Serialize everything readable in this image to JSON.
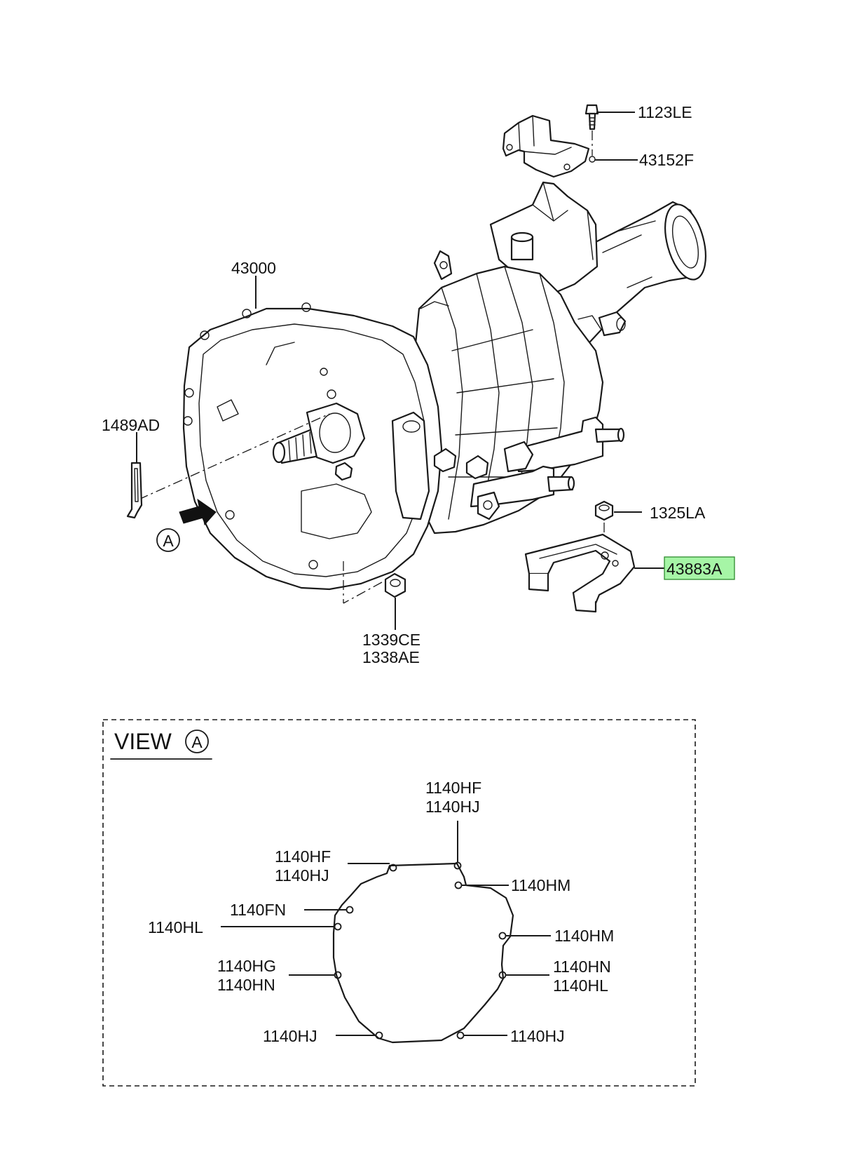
{
  "main_view": {
    "labels": {
      "bolt_top": "1123LE",
      "bracket": "43152F",
      "transmission": "43000",
      "clip": "1489AD",
      "nut_side": "1325LA",
      "support": "43883A",
      "nut_bottom_1": "1339CE",
      "nut_bottom_2": "1338AE",
      "view_marker": "A"
    },
    "highlight_color": "#a6f5a6"
  },
  "view_a": {
    "title": "VIEW",
    "marker": "A",
    "labels": {
      "top_right_1": "1140HF",
      "top_right_2": "1140HJ",
      "top_left_1": "1140HF",
      "top_left_2": "1140HJ",
      "right_upper": "1140HM",
      "left_fn": "1140FN",
      "left_hl": "1140HL",
      "right_mid": "1140HM",
      "left_hg_1": "1140HG",
      "left_hg_2": "1140HN",
      "right_hn_1": "1140HN",
      "right_hn_2": "1140HL",
      "bottom_left": "1140HJ",
      "bottom_right": "1140HJ"
    }
  }
}
